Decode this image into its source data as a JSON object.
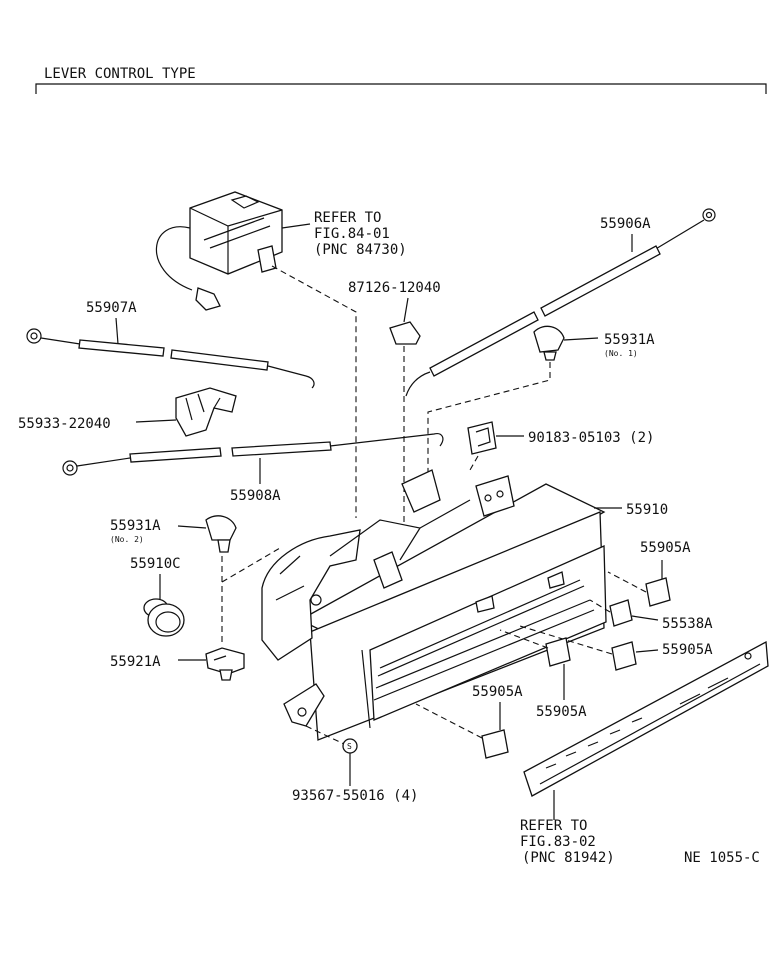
{
  "title": "LEVER CONTROL TYPE",
  "figure_code": "NE 1055-C",
  "callouts": {
    "refer_84": [
      "REFER TO",
      "FIG.84-01",
      "(PNC 84730)"
    ],
    "c_87126": "87126-12040",
    "c_55906a": "55906A",
    "c_55907a": "55907A",
    "c_55931a_1": "55931A",
    "c_55931a_1_note": "(No. 1)",
    "c_55933": "55933-22040",
    "c_90183": "90183-05103 (2)",
    "c_55908a": "55908A",
    "c_55910": "55910",
    "c_55931a_2": "55931A",
    "c_55931a_2_note": "(No. 2)",
    "c_55910c": "55910C",
    "c_55905a_1": "55905A",
    "c_55538a": "55538A",
    "c_55905a_2": "55905A",
    "c_55921a": "55921A",
    "c_55905a_3": "55905A",
    "c_55905a_4": "55905A",
    "c_93567": "93567-55016 (4)",
    "refer_83": [
      "REFER TO",
      "FIG.83-02",
      "(PNC 81942)"
    ]
  }
}
